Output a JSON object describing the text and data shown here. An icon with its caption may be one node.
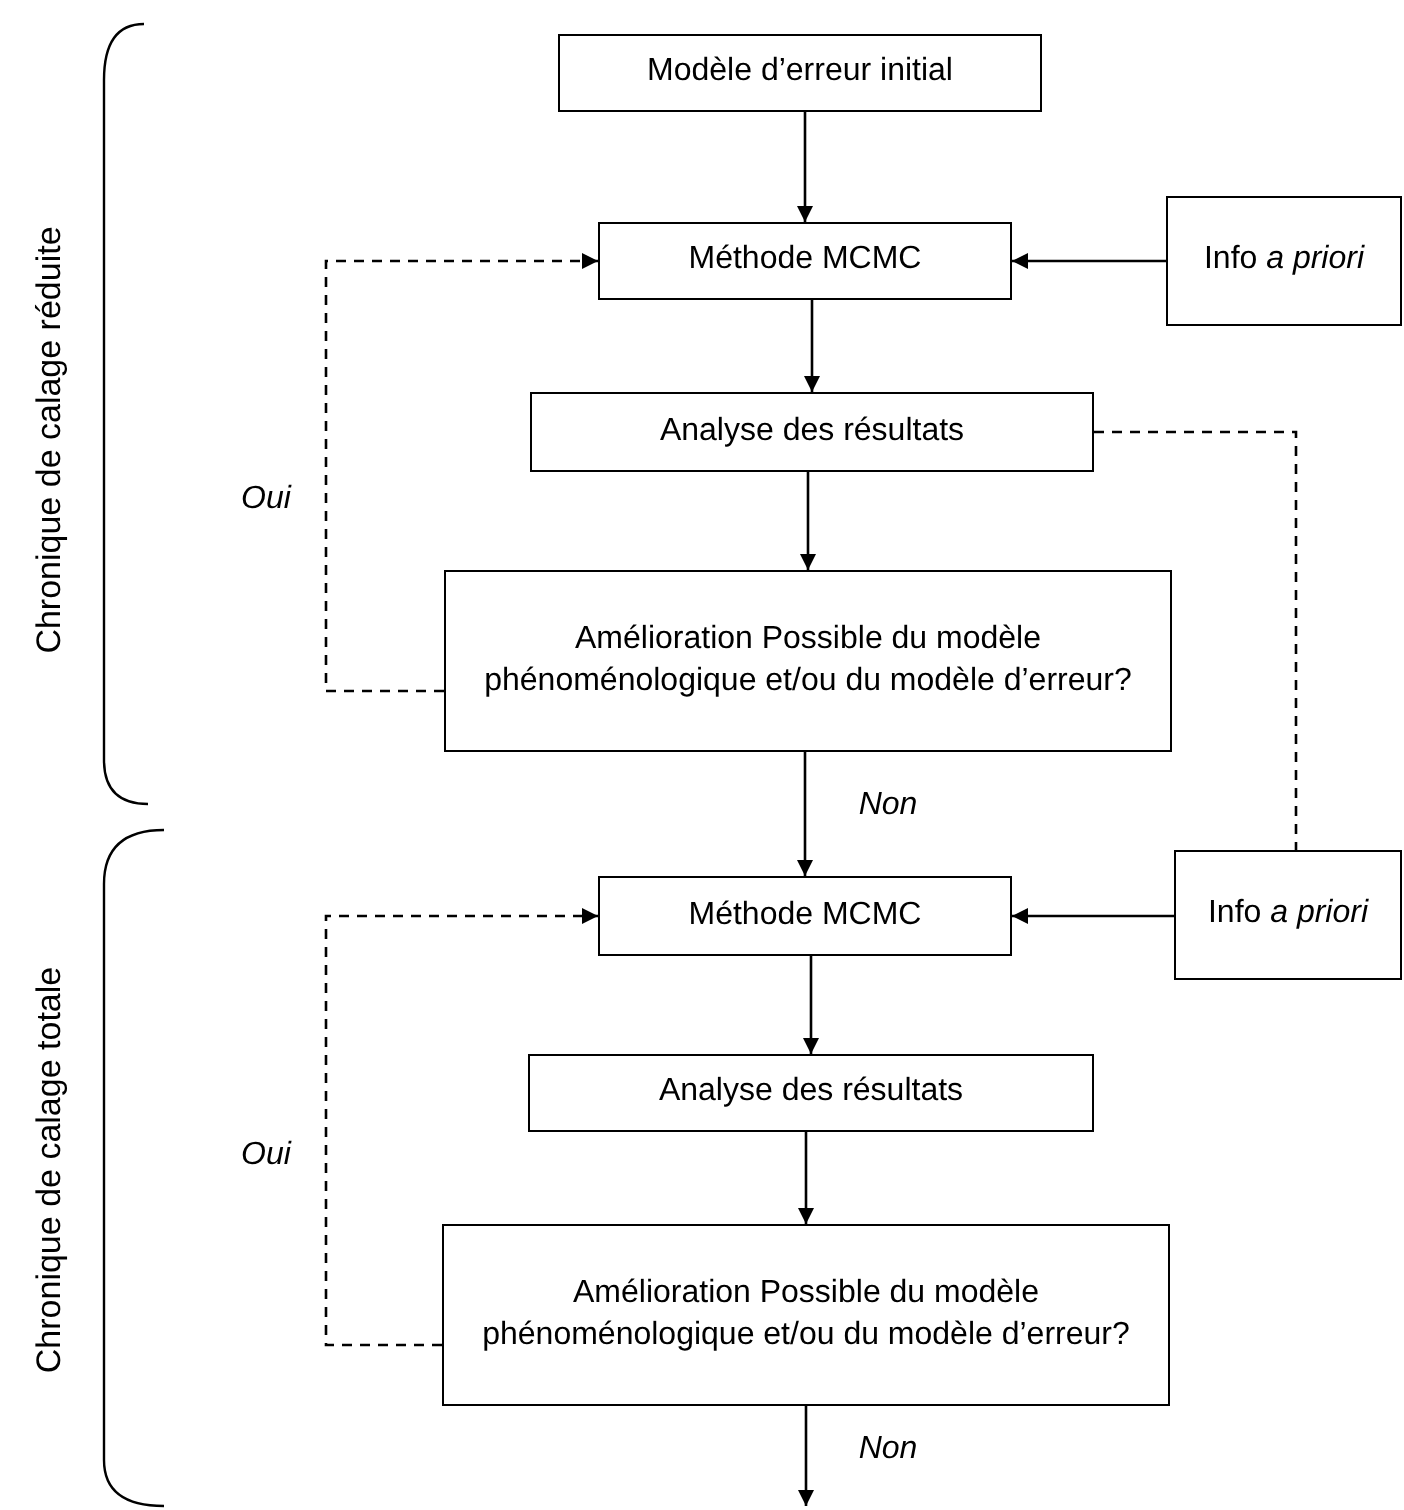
{
  "diagram": {
    "nodes": [
      {
        "text": [
          "Modèle d’erreur initial"
        ]
      },
      {
        "text": [
          "Méthode MCMC"
        ]
      },
      {
        "text": [
          "Info *a priori*"
        ]
      },
      {
        "text": [
          "Analyse des résultats"
        ]
      },
      {
        "text": [
          "Amélioration Possible du modèle phénoménologique et/ou du modèle d’erreur?"
        ]
      },
      {
        "text": [
          "Méthode MCMC"
        ]
      },
      {
        "text": [
          "Info *a priori*"
        ]
      },
      {
        "text": [
          "Analyse des résultats"
        ]
      },
      {
        "text": [
          "Amélioration Possible du modèle phénoménologique et/ou du modèle d’erreur?"
        ]
      }
    ],
    "edges": [
      {
        "from": 0,
        "to": 1,
        "arrow": "to"
      },
      {
        "from": 2,
        "to": 1,
        "arrow": "to"
      },
      {
        "from": 1,
        "to": 3,
        "arrow": "to"
      },
      {
        "from": 3,
        "to": 4,
        "arrow": "to"
      },
      {
        "from": 4,
        "to": 1,
        "arrow": "to",
        "label": "Oui",
        "style": "dashed"
      },
      {
        "from": 3,
        "to": 6,
        "arrow": "none",
        "style": "dashed"
      },
      {
        "from": 4,
        "to": 5,
        "arrow": "to",
        "label": "Non"
      },
      {
        "from": 6,
        "to": 5,
        "arrow": "to"
      },
      {
        "from": 5,
        "to": 7,
        "arrow": "to"
      },
      {
        "from": 7,
        "to": 8,
        "arrow": "to"
      },
      {
        "from": 8,
        "to": 5,
        "arrow": "to",
        "label": "Oui",
        "style": "dashed"
      },
      {
        "from": 8,
        "to": null,
        "arrow": "to",
        "label": "Non"
      }
    ],
    "labels": [
      "Chronique de calage réduite",
      "Chronique de calage totale"
    ]
  }
}
